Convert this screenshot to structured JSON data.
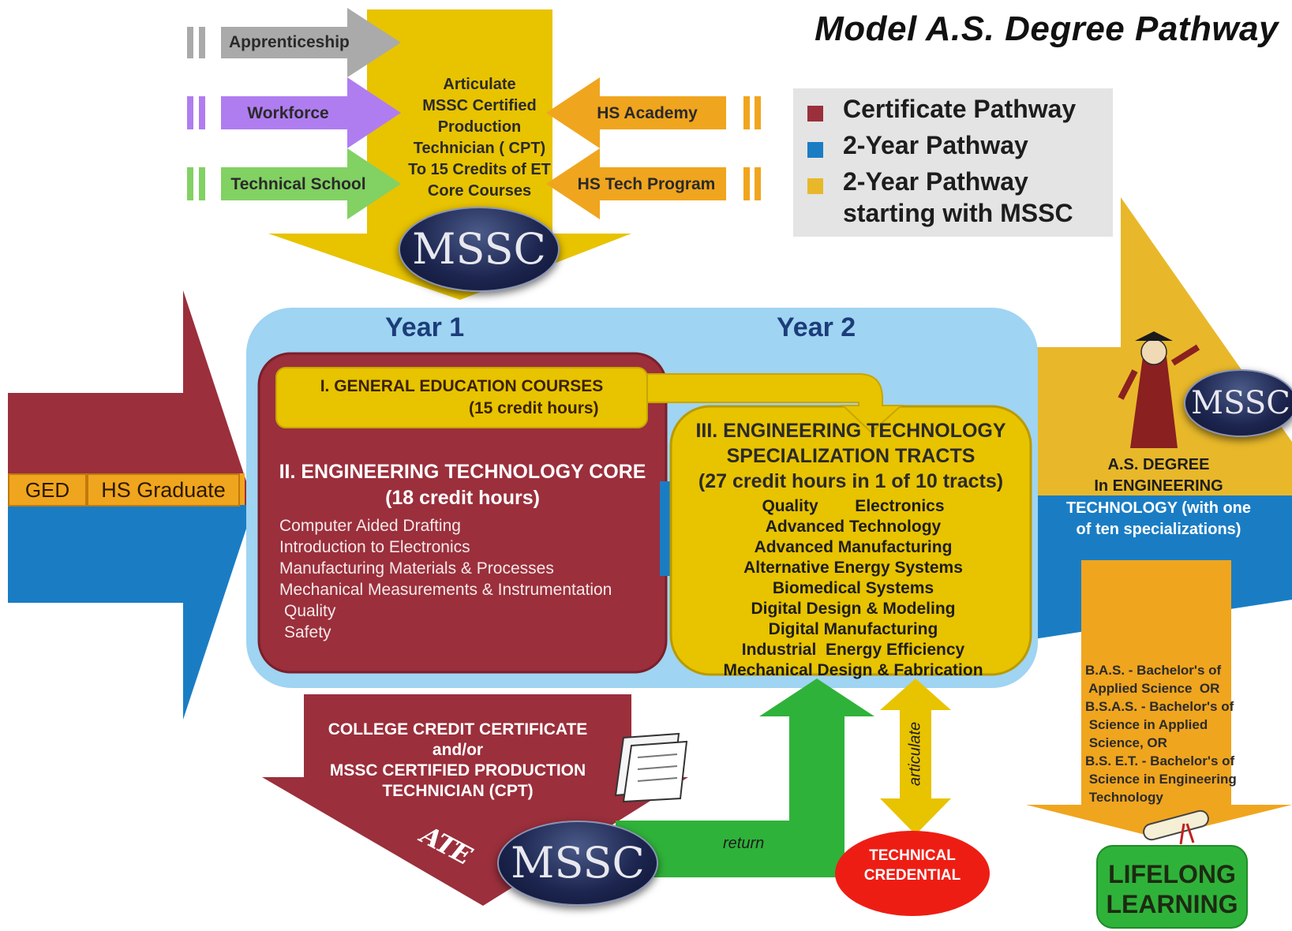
{
  "title": "Model A.S. Degree Pathway",
  "entry_paths": {
    "apprenticeship": "Apprenticeship",
    "workforce": "Workforce",
    "technical_school": "Technical School",
    "hs_academy": "HS Academy",
    "hs_tech_program": "HS Tech Program"
  },
  "articulate_box": [
    "Articulate",
    "MSSC Certified",
    "Production",
    "Technician ( CPT)",
    "To 15 Credits of ET",
    "Core Courses"
  ],
  "mssc_logo": "MSSC",
  "legend": {
    "items": [
      {
        "label": "Certificate Pathway",
        "color": "#9b2f3c"
      },
      {
        "label": "2-Year Pathway",
        "color": "#1a7dc4"
      },
      {
        "label": "2-Year Pathway",
        "label2": "starting with MSSC",
        "color": "#e8b82a"
      }
    ]
  },
  "years": {
    "year1": "Year 1",
    "year2": "Year 2"
  },
  "entry_labels": {
    "ged": "GED",
    "hs_graduate": "HS Graduate"
  },
  "general_education": {
    "title": "I. GENERAL EDUCATION COURSES",
    "credits": "(15 credit hours)"
  },
  "core": {
    "title": "II. ENGINEERING TECHNOLOGY CORE",
    "credits": "(18 credit hours)",
    "courses": [
      "Computer Aided Drafting",
      "Introduction to Electronics",
      "Manufacturing Materials & Processes",
      "Mechanical Measurements & Instrumentation",
      "Quality",
      "Safety"
    ]
  },
  "specialization": {
    "title_line1": "III. ENGINEERING TECHNOLOGY",
    "title_line2": "SPECIALIZATION TRACTS",
    "credits": "(27 credit hours in 1 of 10 tracts)",
    "tracts": [
      "Quality        Electronics",
      "Advanced Technology",
      "Advanced Manufacturing",
      "Alternative Energy Systems",
      "Biomedical Systems",
      "Digital Design & Modeling",
      "Digital Manufacturing",
      "Industrial  Energy Efficiency",
      "Mechanical Design & Fabrication"
    ]
  },
  "degree": {
    "line1": "A.S. DEGREE",
    "line2": "In ENGINEERING",
    "line3": "TECHNOLOGY (with one",
    "line4": "of ten specializations)"
  },
  "bachelors": [
    "B.A.S. - Bachelor's of",
    " Applied Science  OR",
    "B.S.A.S. - Bachelor's of",
    " Science in Applied",
    " Science, OR",
    "B.S. E.T. - Bachelor's of",
    " Science in Engineering",
    " Technology"
  ],
  "certificate": {
    "line1": "COLLEGE CREDIT CERTIFICATE",
    "line2": "and/or",
    "line3": "MSSC CERTIFIED PRODUCTION",
    "line4": "TECHNICIAN (CPT)"
  },
  "ate_logo": "ATE",
  "return_label": "return",
  "articulate_label": "articulate",
  "technical_credential": {
    "line1": "TECHNICAL",
    "line2": "CREDENTIAL"
  },
  "lifelong": {
    "line1": "LIFELONG",
    "line2": "LEARNING"
  }
}
